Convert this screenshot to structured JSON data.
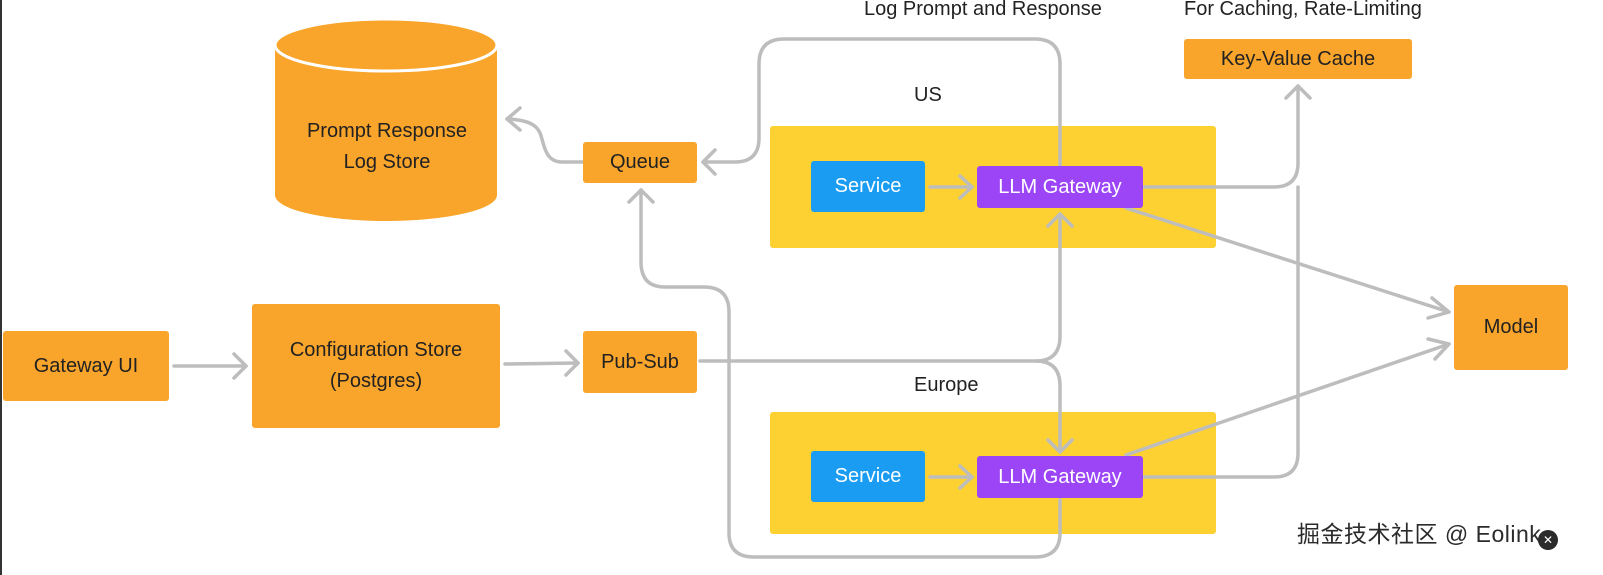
{
  "labels": {
    "log_prompt": "Log Prompt and Response",
    "for_caching": "For Caching, Rate-Limiting",
    "region_us": "US",
    "region_europe": "Europe"
  },
  "nodes": {
    "log_store_line1": "Prompt Response",
    "log_store_line2": "Log Store",
    "queue": "Queue",
    "kv_cache": "Key-Value Cache",
    "service_us": "Service",
    "llm_gateway_us": "LLM Gateway",
    "service_eu": "Service",
    "llm_gateway_eu": "LLM Gateway",
    "gateway_ui": "Gateway UI",
    "config_store_line1": "Configuration Store",
    "config_store_line2": "(Postgres)",
    "pub_sub": "Pub-Sub",
    "model": "Model"
  },
  "watermark": "掘金技术社区 @ Eolink",
  "colors": {
    "orange": "#f9a42a",
    "region_yellow": "#fdd132",
    "service_blue": "#1a9cf2",
    "gateway_purple": "#9b45f7",
    "arrow_gray": "#bdbdbd"
  }
}
